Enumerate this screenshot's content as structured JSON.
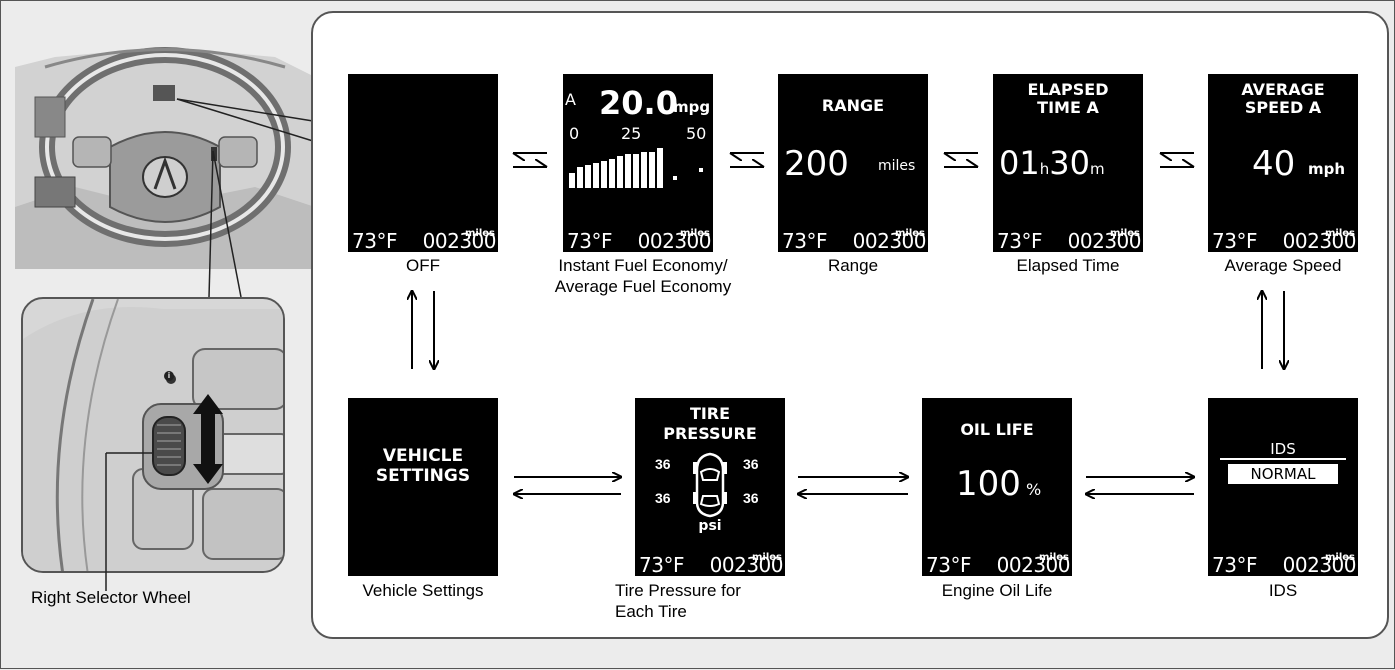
{
  "labels": {
    "right_selector_wheel": "Right Selector Wheel",
    "off": "OFF",
    "fuel_line1": "Instant Fuel Economy/",
    "fuel_line2": "Average Fuel Economy",
    "range": "Range",
    "elapsed": "Elapsed Time",
    "avg_speed": "Average Speed",
    "vehicle_settings": "Vehicle Settings",
    "tire_line1": "Tire Pressure for",
    "tire_line2": "Each Tire",
    "oil": "Engine Oil Life",
    "ids": "IDS"
  },
  "footer": {
    "miles": "miles",
    "temp": "73°F",
    "odo": "002300"
  },
  "screens": {
    "fuel": {
      "trip": "A",
      "value": "20.0",
      "unit": "mpg",
      "scale_0": "0",
      "scale_25": "25",
      "scale_50": "50",
      "bars": [
        0.35,
        0.5,
        0.55,
        0.6,
        0.65,
        0.7,
        0.75,
        0.8,
        0.8,
        0.85,
        0.85,
        0.95
      ]
    },
    "range": {
      "title": "RANGE",
      "value": "200",
      "unit": "miles"
    },
    "elapsed": {
      "title1": "ELAPSED",
      "title2": "TIME A",
      "hours": "01",
      "h": "h",
      "minutes": "30",
      "m": "m"
    },
    "avg_speed": {
      "title1": "AVERAGE",
      "title2": "SPEED A",
      "value": "40",
      "unit": "mph"
    },
    "vehicle": {
      "line1": "VEHICLE",
      "line2": "SETTINGS"
    },
    "tire": {
      "title1": "TIRE",
      "title2": "PRESSURE",
      "fl": "36",
      "fr": "36",
      "rl": "36",
      "rr": "36",
      "unit": "psi"
    },
    "oil": {
      "title": "OIL LIFE",
      "value": "100",
      "unit": "%"
    },
    "ids": {
      "title": "IDS",
      "mode": "NORMAL"
    }
  },
  "colors": {
    "screen_bg": "#000000",
    "panel_bg": "#ffffff",
    "page_bg": "#ececec",
    "border": "#555555"
  },
  "icons": {
    "info": "info-icon"
  }
}
